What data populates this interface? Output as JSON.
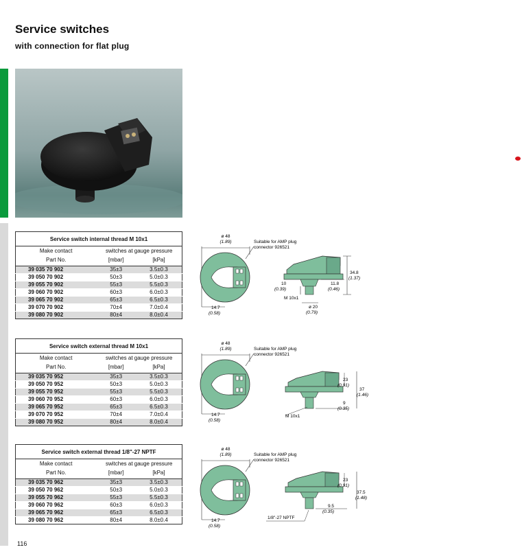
{
  "page": {
    "title": "Service switches",
    "subtitle": "with connection for flat plug",
    "page_number": "116"
  },
  "tables": [
    {
      "caption": "Service switch internal thread M 10x1",
      "col1_header": [
        "Make contact",
        "Part No."
      ],
      "col2_header": "switches at gauge pressure",
      "unit_mbar": "[mbar]",
      "unit_kpa": "[kPa]",
      "rows": [
        {
          "part": "39 035 70 902",
          "mbar": "35±3",
          "kpa": "3.5±0.3"
        },
        {
          "part": "39 050 70 902",
          "mbar": "50±3",
          "kpa": "5.0±0.3"
        },
        {
          "part": "39 055 70 902",
          "mbar": "55±3",
          "kpa": "5.5±0.3"
        },
        {
          "part": "39 060 70 902",
          "mbar": "60±3",
          "kpa": "6.0±0.3"
        },
        {
          "part": "39 065 70 902",
          "mbar": "65±3",
          "kpa": "6.5±0.3"
        },
        {
          "part": "39 070 70 902",
          "mbar": "70±4",
          "kpa": "7.0±0.4"
        },
        {
          "part": "39 080 70 902",
          "mbar": "80±4",
          "kpa": "8.0±0.4"
        }
      ]
    },
    {
      "caption": "Service switch external thread M 10x1",
      "col1_header": [
        "Make contact",
        "Part No."
      ],
      "col2_header": "switches at gauge pressure",
      "unit_mbar": "[mbar]",
      "unit_kpa": "[kPa]",
      "rows": [
        {
          "part": "39 035 70 952",
          "mbar": "35±3",
          "kpa": "3.5±0.3"
        },
        {
          "part": "39 050 70 952",
          "mbar": "50±3",
          "kpa": "5.0±0.3"
        },
        {
          "part": "39 055 70 952",
          "mbar": "55±3",
          "kpa": "5.5±0.3"
        },
        {
          "part": "39 060 70 952",
          "mbar": "60±3",
          "kpa": "6.0±0.3"
        },
        {
          "part": "39 065 70 952",
          "mbar": "65±3",
          "kpa": "6.5±0.3"
        },
        {
          "part": "39 070 70 952",
          "mbar": "70±4",
          "kpa": "7.0±0.4"
        },
        {
          "part": "39 080 70 952",
          "mbar": "80±4",
          "kpa": "8.0±0.4"
        }
      ]
    },
    {
      "caption": "Service switch external thread 1/8\"-27 NPTF",
      "col1_header": [
        "Make contact",
        "Part No."
      ],
      "col2_header": "switches at gauge pressure",
      "unit_mbar": "[mbar]",
      "unit_kpa": "[kPa]",
      "rows": [
        {
          "part": "39 035 70 962",
          "mbar": "35±3",
          "kpa": "3.5±0.3"
        },
        {
          "part": "39 050 70 962",
          "mbar": "50±3",
          "kpa": "5.0±0.3"
        },
        {
          "part": "39 055 70 962",
          "mbar": "55±3",
          "kpa": "5.5±0.3"
        },
        {
          "part": "39 060 70 962",
          "mbar": "60±3",
          "kpa": "6.0±0.3"
        },
        {
          "part": "39 065 70 962",
          "mbar": "65±3",
          "kpa": "6.5±0.3"
        },
        {
          "part": "39 080 70 962",
          "mbar": "80±4",
          "kpa": "8.0±0.4"
        }
      ]
    }
  ],
  "drawings": [
    {
      "dia": "ø 48",
      "dia_in": "(1.89)",
      "amp_note_1": "Suitable for AMP plug",
      "amp_note_2": "connector 926521",
      "left_dim": "14.7",
      "left_dim_in": "(0.58)",
      "side_a": "10",
      "side_a_in": "(0.39)",
      "side_b": "11.8",
      "side_b_in": "(0.46)",
      "height": "34.8",
      "height_in": "(1.37)",
      "thread": "M 10x1",
      "base_dia": "ø 20",
      "base_dia_in": "(0.79)"
    },
    {
      "dia": "ø 48",
      "dia_in": "(1.89)",
      "amp_note_1": "Suitable for AMP plug",
      "amp_note_2": "connector 926521",
      "left_dim": "14.7",
      "left_dim_in": "(0.58)",
      "h1": "23",
      "h1_in": "(0.91)",
      "h2": "37",
      "h2_in": "(1.46)",
      "h3": "9",
      "h3_in": "(0.35)",
      "thread": "M 10x1"
    },
    {
      "dia": "ø 48",
      "dia_in": "(1.89)",
      "amp_note_1": "Suitable for AMP plug",
      "amp_note_2": "connector 926521",
      "left_dim": "14.7",
      "left_dim_in": "(0.58)",
      "h1": "23",
      "h1_in": "(0.91)",
      "h2": "37.5",
      "h2_in": "(1.48)",
      "h3": "9.5",
      "h3_in": "(0.35)",
      "thread": "1/8\"-27 NPTF"
    }
  ],
  "colors": {
    "accent_green": "#0a9a3c",
    "drawing_fill": "#7fbe9c",
    "row_shade": "#dcdcdc",
    "marker_red": "#d7141c"
  }
}
